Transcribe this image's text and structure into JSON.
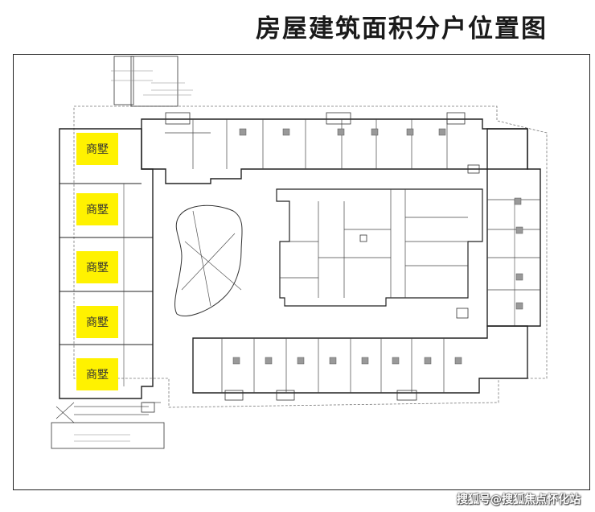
{
  "title": "房屋建筑面积分户位置图",
  "labels": [
    "商墅",
    "商墅",
    "商墅",
    "商墅",
    "商墅"
  ],
  "watermark": "搜狐号@搜狐焦点怀化站",
  "colors": {
    "label_fill": "#fff200",
    "line": "#222222",
    "dashed": "#777777",
    "grey_marker": "#999999"
  }
}
